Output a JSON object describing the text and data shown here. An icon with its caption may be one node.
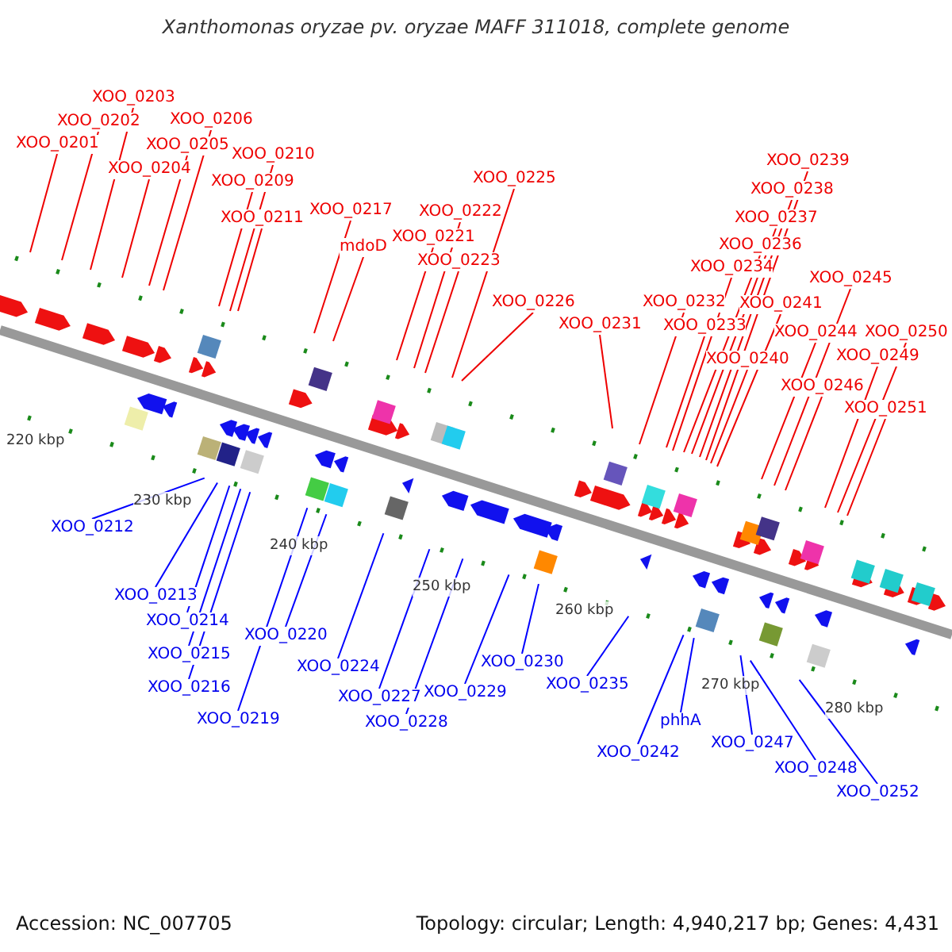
{
  "diagram": {
    "title": "Xanthomonas oryzae pv. oryzae MAFF 311018, complete genome",
    "nodes": [
      {
        "text": [
          "XOO_0201"
        ]
      },
      {
        "text": [
          "XOO_0202"
        ]
      },
      {
        "text": [
          "XOO_0203"
        ]
      },
      {
        "text": [
          "XOO_0204"
        ]
      },
      {
        "text": [
          "XOO_0205"
        ]
      },
      {
        "text": [
          "XOO_0206"
        ]
      },
      {
        "text": [
          "XOO_0209"
        ]
      },
      {
        "text": [
          "XOO_0210"
        ]
      },
      {
        "text": [
          "XOO_0211"
        ]
      },
      {
        "text": [
          "XOO_0217"
        ]
      },
      {
        "text": [
          "mdoD"
        ]
      },
      {
        "text": [
          "XOO_0221"
        ]
      },
      {
        "text": [
          "XOO_0222"
        ]
      },
      {
        "text": [
          "XOO_0223"
        ]
      },
      {
        "text": [
          "XOO_0225"
        ]
      },
      {
        "text": [
          "XOO_0226"
        ]
      },
      {
        "text": [
          "XOO_0231"
        ]
      },
      {
        "text": [
          "XOO_0232"
        ]
      },
      {
        "text": [
          "XOO_0233"
        ]
      },
      {
        "text": [
          "XOO_0234"
        ]
      },
      {
        "text": [
          "XOO_0236"
        ]
      },
      {
        "text": [
          "XOO_0237"
        ]
      },
      {
        "text": [
          "XOO_0238"
        ]
      },
      {
        "text": [
          "XOO_0239"
        ]
      },
      {
        "text": [
          "XOO_0240"
        ]
      },
      {
        "text": [
          "XOO_0241"
        ]
      },
      {
        "text": [
          "XOO_0244"
        ]
      },
      {
        "text": [
          "XOO_0245"
        ]
      },
      {
        "text": [
          "XOO_0246"
        ]
      },
      {
        "text": [
          "XOO_0249"
        ]
      },
      {
        "text": [
          "XOO_0250"
        ]
      },
      {
        "text": [
          "XOO_0251"
        ]
      },
      {
        "text": [
          "XOO_0212"
        ]
      },
      {
        "text": [
          "XOO_0213"
        ]
      },
      {
        "text": [
          "XOO_0214"
        ]
      },
      {
        "text": [
          "XOO_0215"
        ]
      },
      {
        "text": [
          "XOO_0216"
        ]
      },
      {
        "text": [
          "XOO_0219"
        ]
      },
      {
        "text": [
          "XOO_0220"
        ]
      },
      {
        "text": [
          "XOO_0224"
        ]
      },
      {
        "text": [
          "XOO_0227"
        ]
      },
      {
        "text": [
          "XOO_0228"
        ]
      },
      {
        "text": [
          "XOO_0229"
        ]
      },
      {
        "text": [
          "XOO_0230"
        ]
      },
      {
        "text": [
          "XOO_0235"
        ]
      },
      {
        "text": [
          "XOO_0242"
        ]
      },
      {
        "text": [
          "phhA"
        ]
      },
      {
        "text": [
          "XOO_0247"
        ]
      },
      {
        "text": [
          "XOO_0248"
        ]
      },
      {
        "text": [
          "XOO_0252"
        ]
      }
    ],
    "edges": [
      {
        "from": 0,
        "to": null,
        "arrow": "none"
      },
      {
        "from": 1,
        "to": null,
        "arrow": "none"
      },
      {
        "from": 2,
        "to": null,
        "arrow": "none"
      },
      {
        "from": 3,
        "to": null,
        "arrow": "none"
      },
      {
        "from": 4,
        "to": null,
        "arrow": "none"
      },
      {
        "from": 5,
        "to": null,
        "arrow": "none"
      },
      {
        "from": 6,
        "to": null,
        "arrow": "none"
      },
      {
        "from": 7,
        "to": null,
        "arrow": "none"
      },
      {
        "from": 8,
        "to": null,
        "arrow": "none"
      },
      {
        "from": 9,
        "to": null,
        "arrow": "none"
      },
      {
        "from": 10,
        "to": null,
        "arrow": "none"
      },
      {
        "from": 11,
        "to": null,
        "arrow": "none"
      },
      {
        "from": 12,
        "to": null,
        "arrow": "none"
      },
      {
        "from": 13,
        "to": null,
        "arrow": "none"
      },
      {
        "from": 14,
        "to": null,
        "arrow": "none"
      },
      {
        "from": 15,
        "to": null,
        "arrow": "none"
      },
      {
        "from": 16,
        "to": null,
        "arrow": "none"
      },
      {
        "from": 17,
        "to": null,
        "arrow": "none"
      },
      {
        "from": 18,
        "to": null,
        "arrow": "none"
      },
      {
        "from": 19,
        "to": null,
        "arrow": "none"
      },
      {
        "from": 20,
        "to": null,
        "arrow": "none"
      },
      {
        "from": 21,
        "to": null,
        "arrow": "none"
      },
      {
        "from": 22,
        "to": null,
        "arrow": "none"
      },
      {
        "from": 23,
        "to": null,
        "arrow": "none"
      },
      {
        "from": 24,
        "to": null,
        "arrow": "none"
      },
      {
        "from": 25,
        "to": null,
        "arrow": "none"
      },
      {
        "from": 26,
        "to": null,
        "arrow": "none"
      },
      {
        "from": 27,
        "to": null,
        "arrow": "none"
      },
      {
        "from": 28,
        "to": null,
        "arrow": "none"
      },
      {
        "from": 29,
        "to": null,
        "arrow": "none"
      },
      {
        "from": 30,
        "to": null,
        "arrow": "none"
      },
      {
        "from": 31,
        "to": null,
        "arrow": "none"
      },
      {
        "from": 32,
        "to": null,
        "arrow": "none",
        "color": "#0000ff"
      },
      {
        "from": 33,
        "to": null,
        "arrow": "none",
        "color": "#0000ff"
      },
      {
        "from": 34,
        "to": null,
        "arrow": "none",
        "color": "#0000ff"
      },
      {
        "from": 35,
        "to": null,
        "arrow": "none",
        "color": "#0000ff"
      },
      {
        "from": 36,
        "to": null,
        "arrow": "none",
        "color": "#0000ff"
      },
      {
        "from": 37,
        "to": null,
        "arrow": "none",
        "color": "#0000ff"
      },
      {
        "from": 38,
        "to": null,
        "arrow": "none",
        "color": "#0000ff"
      },
      {
        "from": 39,
        "to": null,
        "arrow": "none",
        "color": "#0000ff"
      },
      {
        "from": 40,
        "to": null,
        "arrow": "none",
        "color": "#0000ff"
      },
      {
        "from": 41,
        "to": null,
        "arrow": "none",
        "color": "#0000ff"
      },
      {
        "from": 42,
        "to": null,
        "arrow": "none",
        "color": "#0000ff"
      },
      {
        "from": 43,
        "to": null,
        "arrow": "none",
        "color": "#0000ff"
      },
      {
        "from": 44,
        "to": null,
        "arrow": "none",
        "color": "#0000ff"
      },
      {
        "from": 45,
        "to": null,
        "arrow": "none",
        "color": "#0000ff"
      },
      {
        "from": 46,
        "to": null,
        "arrow": "none",
        "color": "#0000ff"
      },
      {
        "from": 47,
        "to": null,
        "arrow": "none",
        "color": "#0000ff"
      },
      {
        "from": 48,
        "to": null,
        "arrow": "none",
        "color": "#0000ff"
      },
      {
        "from": 49,
        "to": null,
        "arrow": "none",
        "color": "#0000ff"
      }
    ],
    "labels": [
      "220 kbp",
      "230 kbp",
      "240 kbp",
      "250 kbp",
      "260 kbp",
      "270 kbp",
      "280 kbp",
      "Accession: NC_007705",
      "Topology: circular; Length: 4,940,217 bp; Genes: 4,431"
    ]
  }
}
